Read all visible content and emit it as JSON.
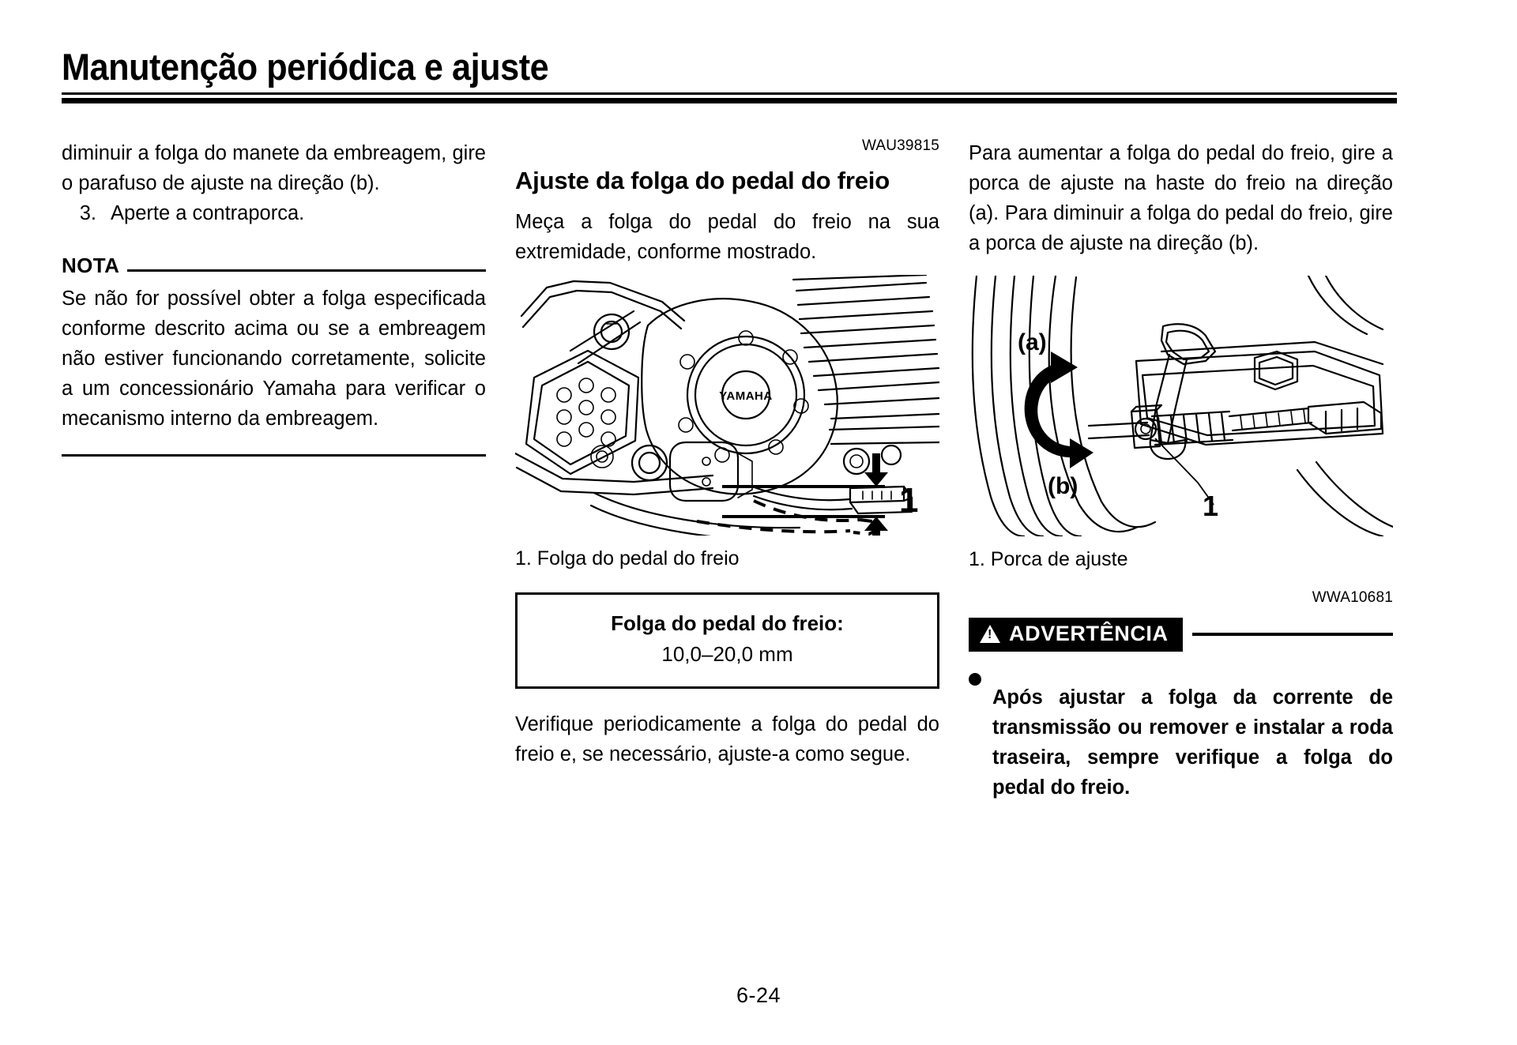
{
  "page": {
    "header_title": "Manutenção periódica e ajuste",
    "page_number": "6-24"
  },
  "column_1": {
    "continued_paragraph": "diminuir a folga do manete da embreagem, gire o parafuso de ajuste na direção (b).",
    "list_item_number": "3.",
    "list_item_text": "Aperte a contraporca.",
    "note_label": "NOTA",
    "note_text": "Se não for possível obter a folga especificada conforme descrito acima ou se a embreagem não estiver funcionando corretamente, solicite a um concessionário Yamaha para verificar o mecanismo interno da embreagem."
  },
  "column_2": {
    "reference_code": "WAU39815",
    "section_title": "Ajuste da folga do pedal do freio",
    "intro_paragraph": "Meça a folga do pedal do freio na sua extremidade, conforme mostrado.",
    "figure": {
      "name": "engine-brake-pedal-diagram",
      "engine_logo": "YAMAHA",
      "callout_number": "1"
    },
    "figure_caption": "1. Folga do pedal do freio",
    "spec_box": {
      "title": "Folga do pedal do freio:",
      "value": "10,0–20,0 mm"
    },
    "closing_paragraph": "Verifique periodicamente a folga do pedal do freio e, se necessário, ajuste-a como segue."
  },
  "column_3": {
    "paragraph": "Para aumentar a folga do pedal do freio, gire a porca de ajuste na haste do freio na direção (a). Para diminuir a folga do pedal do freio, gire a porca de ajuste na direção (b).",
    "figure": {
      "name": "rear-brake-adjusting-nut-diagram",
      "label_a": "(a)",
      "label_b": "(b)",
      "callout_number": "1"
    },
    "figure_caption": "1. Porca de ajuste",
    "reference_code": "WWA10681",
    "warning": {
      "icon": "warning-triangle-icon",
      "label": "ADVERTÊNCIA",
      "bullet_text": "Após ajustar a folga da corrente de transmissão ou remover e instalar a roda traseira, sempre verifique a folga do pedal do freio."
    }
  },
  "colors": {
    "ink": "#000000",
    "paper": "#ffffff"
  }
}
